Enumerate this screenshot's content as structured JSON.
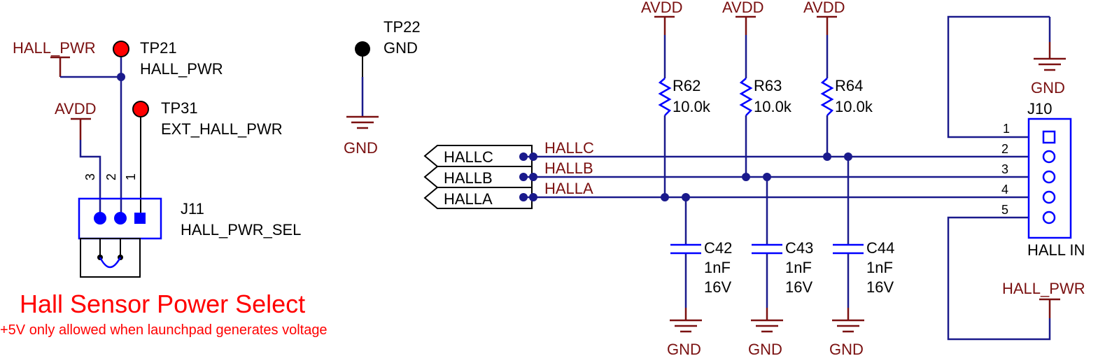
{
  "power": {
    "avdd": "AVDD",
    "gnd": "GND",
    "hall_pwr": "HALL_PWR"
  },
  "test_points": {
    "tp21": {
      "ref": "TP21",
      "label": "HALL_PWR"
    },
    "tp22": {
      "ref": "TP22",
      "label": "GND"
    },
    "tp31": {
      "ref": "TP31",
      "label": "EXT_HALL_PWR"
    }
  },
  "j11": {
    "ref": "J11",
    "name": "HALL_PWR_SEL",
    "pins": [
      "3",
      "2",
      "1"
    ]
  },
  "ports": [
    "HALLC",
    "HALLB",
    "HALLA"
  ],
  "nets": [
    "HALLC",
    "HALLB",
    "HALLA"
  ],
  "resistors": [
    {
      "ref": "R62",
      "value": "10.0k"
    },
    {
      "ref": "R63",
      "value": "10.0k"
    },
    {
      "ref": "R64",
      "value": "10.0k"
    }
  ],
  "capacitors": [
    {
      "ref": "C42",
      "value": "1nF",
      "voltage": "16V"
    },
    {
      "ref": "C43",
      "value": "1nF",
      "voltage": "16V"
    },
    {
      "ref": "C44",
      "value": "1nF",
      "voltage": "16V"
    }
  ],
  "j10": {
    "ref": "J10",
    "name": "HALL IN",
    "pins": [
      "1",
      "2",
      "3",
      "4",
      "5"
    ]
  },
  "section": {
    "title": "Hall Sensor Power Select",
    "note": "+5V only allowed when launchpad generates voltage"
  },
  "colors": {
    "wire": "#1a1a8c",
    "power": "#7a1010",
    "component": "#0000ff",
    "testpoint_red": "#ff0000",
    "title": "#ff0000"
  }
}
